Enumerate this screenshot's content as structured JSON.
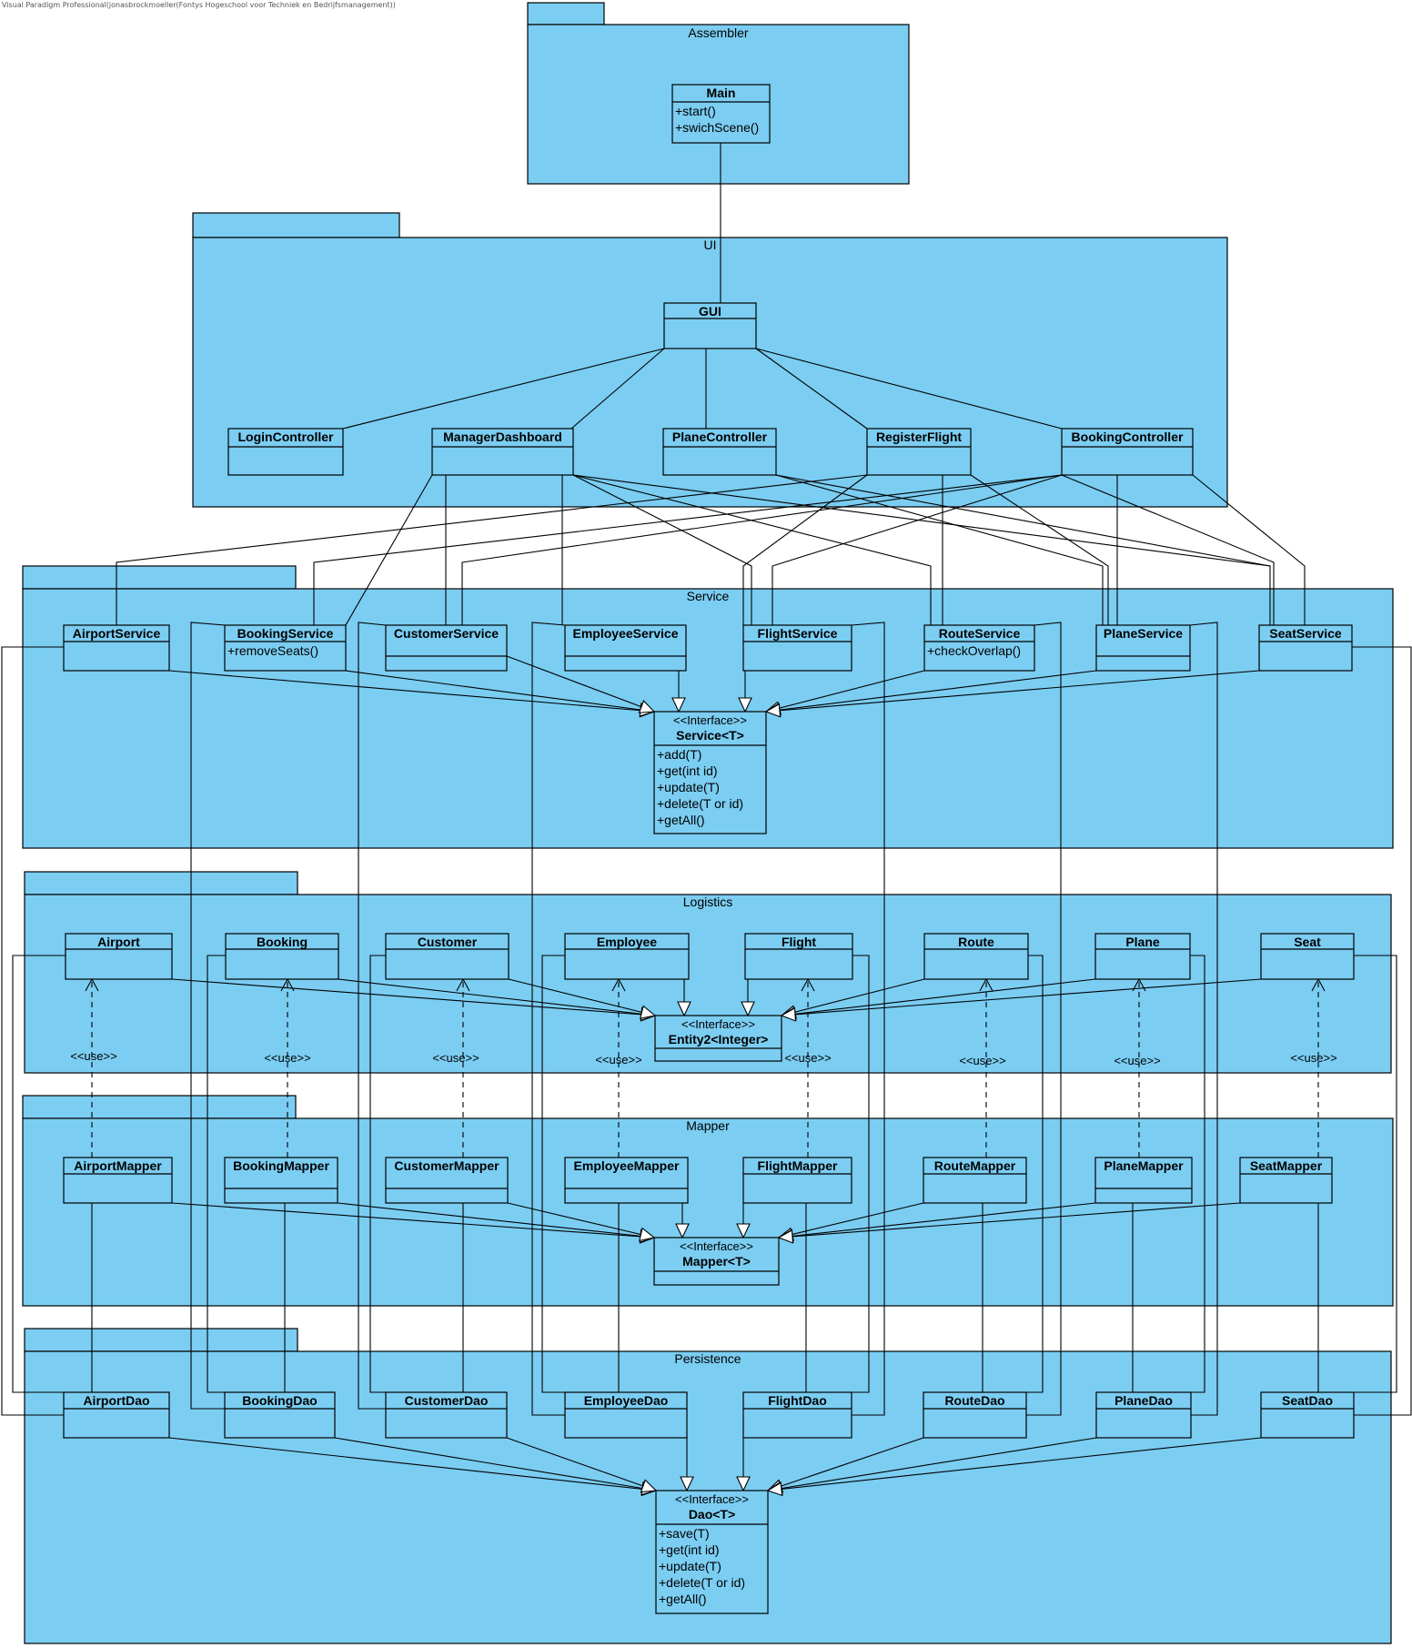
{
  "watermark": "Visual Paradigm Professional(jonasbrockmoeller(Fontys Hogeschool voor Techniek en Bedrijfsmanagement))",
  "colors": {
    "package_fill": "#7BCDF2",
    "stroke": "#000000"
  },
  "packages": [
    {
      "id": "assembler",
      "name": "Assembler"
    },
    {
      "id": "ui",
      "name": "UI"
    },
    {
      "id": "service",
      "name": "Service"
    },
    {
      "id": "logistics",
      "name": "Logistics"
    },
    {
      "id": "mapper",
      "name": "Mapper"
    },
    {
      "id": "persistence",
      "name": "Persistence"
    }
  ],
  "classes": [
    {
      "id": "Main",
      "name": "Main",
      "ops": [
        "+start()",
        "+swichScene()"
      ]
    },
    {
      "id": "GUI",
      "name": "GUI",
      "ops": []
    },
    {
      "id": "LoginController",
      "name": "LoginController",
      "ops": []
    },
    {
      "id": "ManagerDashboard",
      "name": "ManagerDashboard",
      "ops": []
    },
    {
      "id": "PlaneController",
      "name": "PlaneController",
      "ops": []
    },
    {
      "id": "RegisterFlight",
      "name": "RegisterFlight",
      "ops": []
    },
    {
      "id": "BookingController",
      "name": "BookingController",
      "ops": []
    },
    {
      "id": "AirportService",
      "name": "AirportService",
      "ops": []
    },
    {
      "id": "BookingService",
      "name": "BookingService",
      "ops": [
        "+removeSeats()"
      ]
    },
    {
      "id": "CustomerService",
      "name": "CustomerService",
      "ops": []
    },
    {
      "id": "EmployeeService",
      "name": "EmployeeService",
      "ops": []
    },
    {
      "id": "FlightService",
      "name": "FlightService",
      "ops": []
    },
    {
      "id": "RouteService",
      "name": "RouteService",
      "ops": [
        "+checkOverlap()"
      ]
    },
    {
      "id": "PlaneService",
      "name": "PlaneService",
      "ops": []
    },
    {
      "id": "SeatService",
      "name": "SeatService",
      "ops": []
    },
    {
      "id": "ServiceI",
      "stereotype": "<<Interface>>",
      "name": "Service<T>",
      "ops": [
        "+add(T)",
        "+get(int id)",
        "+update(T)",
        "+delete(T or id)",
        "+getAll()"
      ]
    },
    {
      "id": "Airport",
      "name": "Airport",
      "ops": []
    },
    {
      "id": "Booking",
      "name": "Booking",
      "ops": []
    },
    {
      "id": "Customer",
      "name": "Customer",
      "ops": []
    },
    {
      "id": "Employee",
      "name": "Employee",
      "ops": []
    },
    {
      "id": "Flight",
      "name": "Flight",
      "ops": []
    },
    {
      "id": "Route",
      "name": "Route",
      "ops": []
    },
    {
      "id": "Plane",
      "name": "Plane",
      "ops": []
    },
    {
      "id": "Seat",
      "name": "Seat",
      "ops": []
    },
    {
      "id": "EntityI",
      "stereotype": "<<Interface>>",
      "name": "Entity2<Integer>",
      "ops": []
    },
    {
      "id": "AirportMapper",
      "name": "AirportMapper",
      "ops": []
    },
    {
      "id": "BookingMapper",
      "name": "BookingMapper",
      "ops": []
    },
    {
      "id": "CustomerMapper",
      "name": "CustomerMapper",
      "ops": []
    },
    {
      "id": "EmployeeMapper",
      "name": "EmployeeMapper",
      "ops": []
    },
    {
      "id": "FlightMapper",
      "name": "FlightMapper",
      "ops": []
    },
    {
      "id": "RouteMapper",
      "name": "RouteMapper",
      "ops": []
    },
    {
      "id": "PlaneMapper",
      "name": "PlaneMapper",
      "ops": []
    },
    {
      "id": "SeatMapper",
      "name": "SeatMapper",
      "ops": []
    },
    {
      "id": "MapperI",
      "stereotype": "<<Interface>>",
      "name": "Mapper<T>",
      "ops": []
    },
    {
      "id": "AirportDao",
      "name": "AirportDao",
      "ops": []
    },
    {
      "id": "BookingDao",
      "name": "BookingDao",
      "ops": []
    },
    {
      "id": "CustomerDao",
      "name": "CustomerDao",
      "ops": []
    },
    {
      "id": "EmployeeDao",
      "name": "EmployeeDao",
      "ops": []
    },
    {
      "id": "FlightDao",
      "name": "FlightDao",
      "ops": []
    },
    {
      "id": "RouteDao",
      "name": "RouteDao",
      "ops": []
    },
    {
      "id": "PlaneDao",
      "name": "PlaneDao",
      "ops": []
    },
    {
      "id": "SeatDao",
      "name": "SeatDao",
      "ops": []
    },
    {
      "id": "DaoI",
      "stereotype": "<<Interface>>",
      "name": "Dao<T>",
      "ops": [
        "+save(T)",
        "+get(int id)",
        "+update(T)",
        "+delete(T or id)",
        "+getAll()"
      ]
    }
  ],
  "use_label": "<<use>>"
}
